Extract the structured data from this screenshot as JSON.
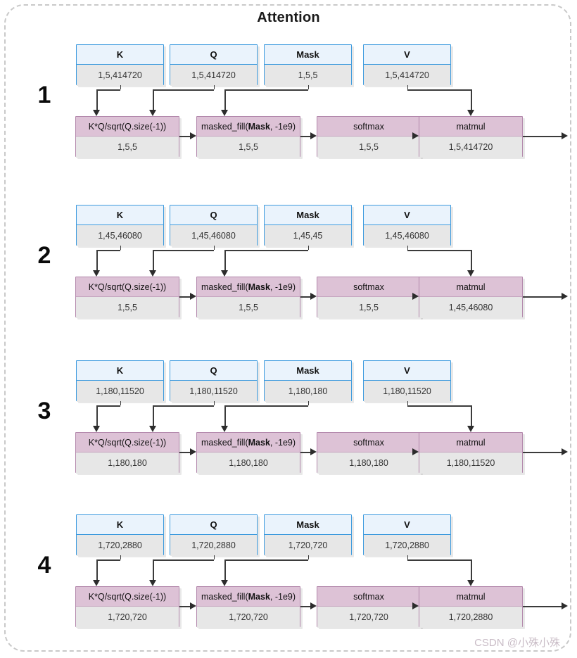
{
  "title": "Attention",
  "watermark": "CSDN @小殊小殊",
  "colors": {
    "tensor_border": "#3c9ade",
    "tensor_header": "#eaf3fc",
    "op_border": "#b287ab",
    "op_header": "#ddc2d6",
    "value_bg": "#e7e7e7",
    "frame_border": "#c9c9c9",
    "arrow": "#2c2c2c"
  },
  "labels": {
    "tensor_k": "K",
    "tensor_q": "Q",
    "tensor_mask": "Mask",
    "tensor_v": "V",
    "op_scale": "K*Q/sqrt(Q.size(-1))",
    "op_maskedfill_pre": "masked_fill(",
    "op_maskedfill_bold": "Mask",
    "op_maskedfill_post": ", -1e9)",
    "op_softmax": "softmax",
    "op_matmul": "matmul"
  },
  "rows": [
    {
      "index": "1",
      "tensors": {
        "k": "1,5,414720",
        "q": "1,5,414720",
        "mask": "1,5,5",
        "v": "1,5,414720"
      },
      "ops": {
        "scale": "1,5,5",
        "masked_fill": "1,5,5",
        "softmax": "1,5,5",
        "matmul": "1,5,414720"
      }
    },
    {
      "index": "2",
      "tensors": {
        "k": "1,45,46080",
        "q": "1,45,46080",
        "mask": "1,45,45",
        "v": "1,45,46080"
      },
      "ops": {
        "scale": "1,5,5",
        "masked_fill": "1,5,5",
        "softmax": "1,5,5",
        "matmul": "1,45,46080"
      }
    },
    {
      "index": "3",
      "tensors": {
        "k": "1,180,11520",
        "q": "1,180,11520",
        "mask": "1,180,180",
        "v": "1,180,11520"
      },
      "ops": {
        "scale": "1,180,180",
        "masked_fill": "1,180,180",
        "softmax": "1,180,180",
        "matmul": "1,180,11520"
      }
    },
    {
      "index": "4",
      "tensors": {
        "k": "1,720,2880",
        "q": "1,720,2880",
        "mask": "1,720,720",
        "v": "1,720,2880"
      },
      "ops": {
        "scale": "1,720,720",
        "masked_fill": "1,720,720",
        "softmax": "1,720,720",
        "matmul": "1,720,2880"
      }
    }
  ]
}
